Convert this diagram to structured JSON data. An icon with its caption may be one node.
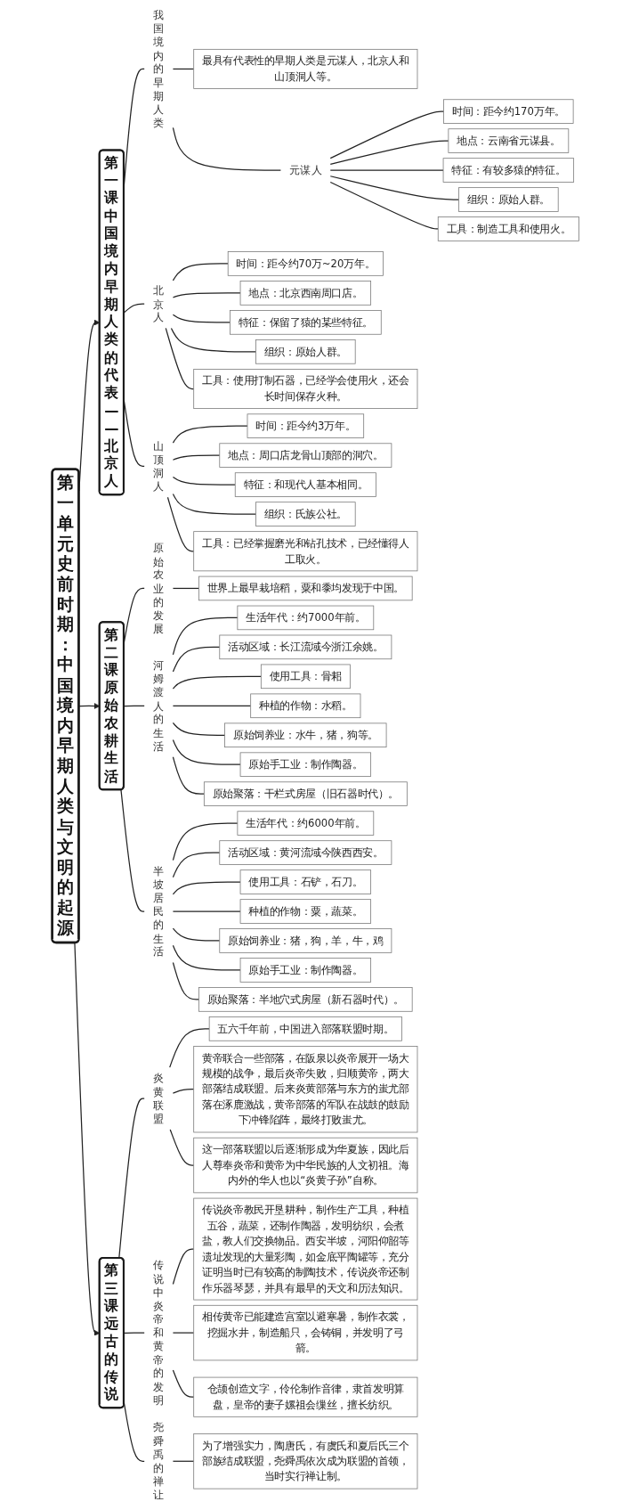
{
  "diagram": {
    "nodes": [
      {
        "text": [
          "第一单元史前时期：中国境内早期人类与文明的起源"
        ]
      },
      {
        "text": [
          "第一课中国境内早期人类的代表——北京人"
        ]
      },
      {
        "text": [
          "我国境内的早期人类"
        ]
      },
      {
        "text": [
          "最具有代表性的早期人类是元谋人，北京人和山顶洞人等。"
        ]
      },
      {
        "text": [
          "元谋人"
        ]
      },
      {
        "text": [
          "时间：距今约170万年。"
        ]
      },
      {
        "text": [
          "地点：云南省元谋县。"
        ]
      },
      {
        "text": [
          "特征：有较多猿的特征。"
        ]
      },
      {
        "text": [
          "组织：原始人群。"
        ]
      },
      {
        "text": [
          "工具：制造工具和使用火。"
        ]
      },
      {
        "text": [
          "北京人"
        ]
      },
      {
        "text": [
          "时间：距今约70万~20万年。"
        ]
      },
      {
        "text": [
          "地点：北京西南周口店。"
        ]
      },
      {
        "text": [
          "特征：保留了猿的某些特征。"
        ]
      },
      {
        "text": [
          "组织：原始人群。"
        ]
      },
      {
        "text": [
          "工具：使用打制石器，已经学会使用火，还会长时间保存火种。"
        ]
      },
      {
        "text": [
          "山顶洞人"
        ]
      },
      {
        "text": [
          "时间：距今约3万年。"
        ]
      },
      {
        "text": [
          "地点：周口店龙骨山顶部的洞穴。"
        ]
      },
      {
        "text": [
          "特征：和现代人基本相同。"
        ]
      },
      {
        "text": [
          "组织：氏族公社。"
        ]
      },
      {
        "text": [
          "工具：已经掌握磨光和钻孔技术，已经懂得人工取火。"
        ]
      },
      {
        "text": [
          "第二课原始农耕生活"
        ]
      },
      {
        "text": [
          "原始农业的发展"
        ]
      },
      {
        "text": [
          "世界上最早栽培稻，粟和黍均发现于中国。"
        ]
      },
      {
        "text": [
          "河姆渡人的生活"
        ]
      },
      {
        "text": [
          "生活年代：约7000年前。"
        ]
      },
      {
        "text": [
          "活动区域：长江流域今浙江余姚。"
        ]
      },
      {
        "text": [
          "使用工具：骨耜"
        ]
      },
      {
        "text": [
          "种植的作物：水稻。"
        ]
      },
      {
        "text": [
          "原始饲养业：水牛，猪，狗等。"
        ]
      },
      {
        "text": [
          "原始手工业：制作陶器。"
        ]
      },
      {
        "text": [
          "原始聚落：干栏式房屋（旧石器时代）。"
        ]
      },
      {
        "text": [
          "半坡居民的生活"
        ]
      },
      {
        "text": [
          "生活年代：约6000年前。"
        ]
      },
      {
        "text": [
          "活动区域：黄河流域今陕西西安。"
        ]
      },
      {
        "text": [
          "使用工具：石铲，石刀。"
        ]
      },
      {
        "text": [
          "种植的作物：粟，蔬菜。"
        ]
      },
      {
        "text": [
          "原始饲养业：猪，狗，羊，牛，鸡"
        ]
      },
      {
        "text": [
          "原始手工业：制作陶器。"
        ]
      },
      {
        "text": [
          "原始聚落：半地穴式房屋（新石器时代）。"
        ]
      },
      {
        "text": [
          "第三课远古的传说"
        ]
      },
      {
        "text": [
          "炎黄联盟"
        ]
      },
      {
        "text": [
          "五六千年前，中国进入部落联盟时期。"
        ]
      },
      {
        "text": [
          "黄帝联合一些部落，在阪泉以炎帝展开一场大规模的战争，最后炎帝失败，归顺黄帝，两大部落结成联盟。后来炎黄部落与东方的蚩尤部落在涿鹿激战，黄帝部落的军队在战鼓的鼓励下冲锋陷阵，最终打败蚩尤。"
        ]
      },
      {
        "text": [
          "这一部落联盟以后逐渐形成为华夏族，因此后人尊奉炎帝和黄帝为中华民族的人文初祖。海内外的华人也以“炎黄子孙”自称。"
        ]
      },
      {
        "text": [
          "传说中炎帝和黄帝的发明"
        ]
      },
      {
        "text": [
          "传说炎帝教民开垦耕种，制作生产工具，种植五谷，蔬菜，还制作陶器，发明纺织，会煮盐，教人们交换物品。西安半坡，河阳仰韶等遗址发现的大量彩陶，如金底平陶罐等，充分证明当时已有较高的制陶技术，传说炎帝还制作乐器琴瑟，并具有最早的天文和历法知识。"
        ]
      },
      {
        "text": [
          "相传黄帝已能建造宫室以避寒暑，制作衣裳，挖掘水井，制造船只，会铸铜，并发明了弓箭。"
        ]
      },
      {
        "text": [
          "仓颉创造文字，伶伦制作音律，隶首发明算盘，皇帝的妻子嫘祖会缫丝，擅长纺织。"
        ]
      },
      {
        "text": [
          "尧舜禹的禅让"
        ]
      },
      {
        "text": [
          "为了增强实力，陶唐氏，有虞氏和夏后氏三个部族结成联盟，尧舜禹依次成为联盟的首领，当时实行禅让制。"
        ]
      }
    ],
    "edges": [
      {
        "from": 0,
        "to": 1,
        "arrow": "to"
      },
      {
        "from": 0,
        "to": 22,
        "arrow": "to"
      },
      {
        "from": 0,
        "to": 41,
        "arrow": "to"
      },
      {
        "from": 1,
        "to": 2,
        "arrow": "none"
      },
      {
        "from": 2,
        "to": 3,
        "arrow": "none"
      },
      {
        "from": 2,
        "to": 4,
        "arrow": "none"
      },
      {
        "from": 4,
        "to": 5,
        "arrow": "none"
      },
      {
        "from": 4,
        "to": 6,
        "arrow": "none"
      },
      {
        "from": 4,
        "to": 7,
        "arrow": "none"
      },
      {
        "from": 4,
        "to": 8,
        "arrow": "none"
      },
      {
        "from": 4,
        "to": 9,
        "arrow": "none"
      },
      {
        "from": 1,
        "to": 10,
        "arrow": "none"
      },
      {
        "from": 10,
        "to": 11,
        "arrow": "none"
      },
      {
        "from": 10,
        "to": 12,
        "arrow": "none"
      },
      {
        "from": 10,
        "to": 13,
        "arrow": "none"
      },
      {
        "from": 10,
        "to": 14,
        "arrow": "none"
      },
      {
        "from": 10,
        "to": 15,
        "arrow": "none"
      },
      {
        "from": 1,
        "to": 16,
        "arrow": "none"
      },
      {
        "from": 16,
        "to": 17,
        "arrow": "none"
      },
      {
        "from": 16,
        "to": 18,
        "arrow": "none"
      },
      {
        "from": 16,
        "to": 19,
        "arrow": "none"
      },
      {
        "from": 16,
        "to": 20,
        "arrow": "none"
      },
      {
        "from": 16,
        "to": 21,
        "arrow": "none"
      },
      {
        "from": 22,
        "to": 23,
        "arrow": "none"
      },
      {
        "from": 23,
        "to": 24,
        "arrow": "none"
      },
      {
        "from": 22,
        "to": 25,
        "arrow": "none"
      },
      {
        "from": 25,
        "to": 26,
        "arrow": "none"
      },
      {
        "from": 25,
        "to": 27,
        "arrow": "none"
      },
      {
        "from": 25,
        "to": 28,
        "arrow": "none"
      },
      {
        "from": 25,
        "to": 29,
        "arrow": "none"
      },
      {
        "from": 25,
        "to": 30,
        "arrow": "none"
      },
      {
        "from": 25,
        "to": 31,
        "arrow": "none"
      },
      {
        "from": 25,
        "to": 32,
        "arrow": "none"
      },
      {
        "from": 22,
        "to": 33,
        "arrow": "none"
      },
      {
        "from": 33,
        "to": 34,
        "arrow": "none"
      },
      {
        "from": 33,
        "to": 35,
        "arrow": "none"
      },
      {
        "from": 33,
        "to": 36,
        "arrow": "none"
      },
      {
        "from": 33,
        "to": 37,
        "arrow": "none"
      },
      {
        "from": 33,
        "to": 38,
        "arrow": "none"
      },
      {
        "from": 33,
        "to": 39,
        "arrow": "none"
      },
      {
        "from": 33,
        "to": 40,
        "arrow": "none"
      },
      {
        "from": 41,
        "to": 42,
        "arrow": "none"
      },
      {
        "from": 42,
        "to": 43,
        "arrow": "none"
      },
      {
        "from": 42,
        "to": 44,
        "arrow": "none"
      },
      {
        "from": 42,
        "to": 45,
        "arrow": "none"
      },
      {
        "from": 41,
        "to": 46,
        "arrow": "none"
      },
      {
        "from": 46,
        "to": 47,
        "arrow": "none"
      },
      {
        "from": 46,
        "to": 48,
        "arrow": "none"
      },
      {
        "from": 46,
        "to": 49,
        "arrow": "none"
      },
      {
        "from": 41,
        "to": 50,
        "arrow": "none"
      },
      {
        "from": 50,
        "to": 51,
        "arrow": "none"
      }
    ]
  }
}
